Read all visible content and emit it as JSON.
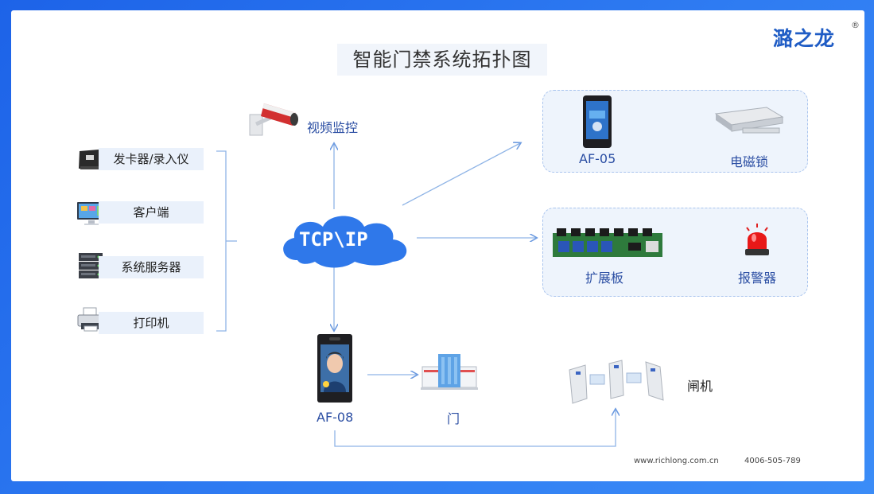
{
  "title": "智能门禁系统拓扑图",
  "logo": {
    "text": "潞之龙",
    "mark": "®"
  },
  "left_items": [
    {
      "label": "发卡器/录入仪",
      "icon": "card-reader-icon"
    },
    {
      "label": "客户端",
      "icon": "monitor-icon"
    },
    {
      "label": "系统服务器",
      "icon": "server-icon"
    },
    {
      "label": "打印机",
      "icon": "printer-icon"
    }
  ],
  "network": {
    "label": "TCP\\IP",
    "icon": "cloud-icon"
  },
  "video": {
    "label": "视频监控",
    "icon": "cctv-camera-icon"
  },
  "top_group": {
    "device": "AF-05",
    "target": "电磁锁"
  },
  "mid_group": {
    "device": "扩展板",
    "target": "报警器"
  },
  "bottom": {
    "device": "AF-08",
    "door": "门",
    "gate": "闸机"
  },
  "footer": {
    "website": "www.richlong.com.cn",
    "phone": "4006-505-789"
  },
  "colors": {
    "accent": "#2b4ea3",
    "line": "#8fb4e6",
    "background": "#2a74ee"
  }
}
